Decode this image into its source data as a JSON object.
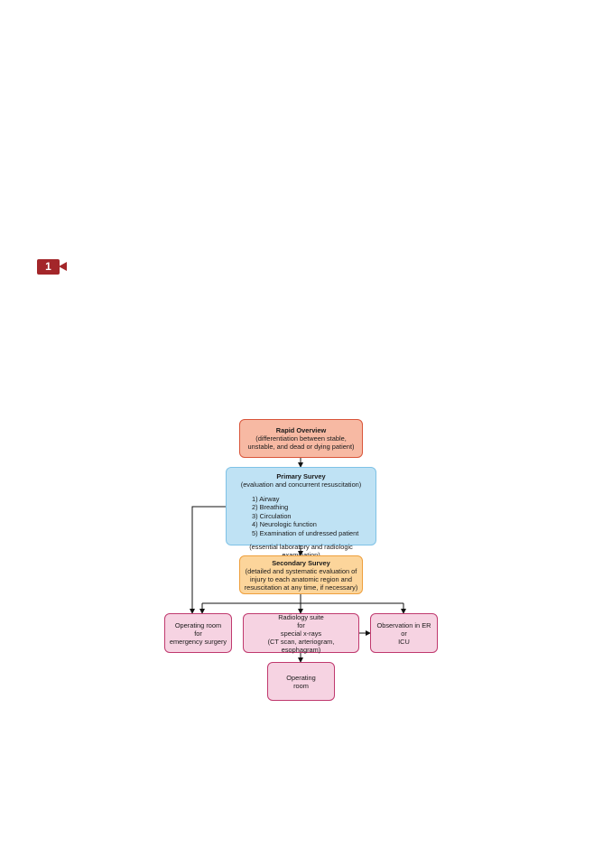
{
  "video_badge": {
    "number": "1",
    "icon": "video-camera-icon",
    "color": "#a3262a"
  },
  "colors": {
    "rapid_fill": "#f7b9a3",
    "rapid_border": "#d9553a",
    "primary_fill": "#bfe2f4",
    "primary_border": "#7ec2e6",
    "secondary_fill": "#fcd59b",
    "secondary_border": "#ee9f3c",
    "outcome_fill": "#f6d3e2",
    "outcome_border": "#c0396e",
    "connector": "#111111"
  },
  "flowchart": {
    "rapid_overview": {
      "title": "Rapid Overview",
      "line1": "(differentiation between stable,",
      "line2": "unstable, and dead or dying patient)"
    },
    "primary_survey": {
      "title": "Primary Survey",
      "subtitle": "(evaluation and concurrent resuscitation)",
      "steps": [
        "1) Airway",
        "2) Breathing",
        "3) Circulation",
        "4) Neurologic function",
        "5) Examination of undressed patient"
      ],
      "footer": "(essential laboratory and radiologic examination)"
    },
    "secondary_survey": {
      "title": "Secondary Survey",
      "line1": "(detailed and systematic evaluation of",
      "line2": "injury to each anatomic region and",
      "line3": "resuscitation at any time, if necessary)"
    },
    "operating_room_emergency": {
      "line1": "Operating room",
      "line2": "for",
      "line3": "emergency surgery"
    },
    "radiology_suite": {
      "line1": "Radiology suite",
      "line2": "for",
      "line3": "special x-rays",
      "line4": "(CT scan, arteriogram, esophagram)"
    },
    "observation": {
      "line1": "Observation in ER",
      "line2": "or",
      "line3": "ICU"
    },
    "operating_room": {
      "line1": "Operating",
      "line2": "room"
    }
  }
}
